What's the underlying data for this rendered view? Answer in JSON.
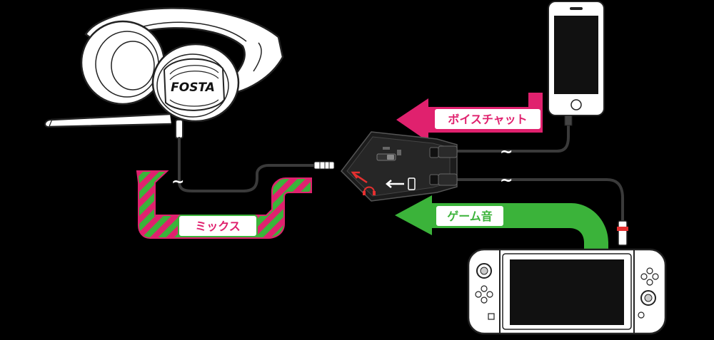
{
  "colors": {
    "background": "#000000",
    "pink": "#e0216e",
    "green": "#3bb33a",
    "white": "#ffffff",
    "outline": "#222222",
    "cable": "#3a3a3a"
  },
  "headset": {
    "logo": "FOSTA"
  },
  "labels": {
    "voice_chat": "ボイスチャット",
    "game_audio": "ゲーム音",
    "mix": "ミックス"
  },
  "tilde_marks": [
    "~",
    "~",
    "~"
  ],
  "icons": [
    "headset-icon",
    "smartphone-icon",
    "switch-console-icon",
    "audio-mixer-adapter-icon"
  ]
}
